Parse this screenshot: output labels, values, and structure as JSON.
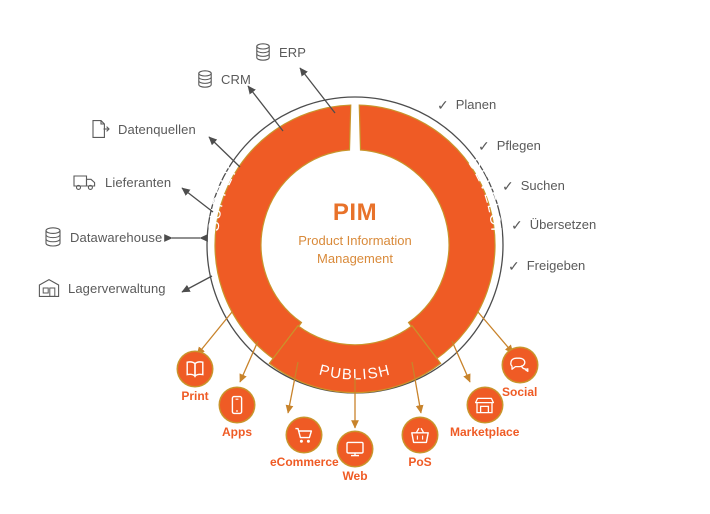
{
  "diagram": {
    "title": "PIM Product Information Management cycle",
    "colors": {
      "orange": "#EF5B25",
      "orange_text": "#E8722A",
      "subtitle": "#D98A3A",
      "gray_text": "#5a5a5a",
      "ring_outline": "#c9942b",
      "outer_circle": "#4d4d4d",
      "arrow_gray": "#4d4d4d",
      "arrow_orange": "#C8832B",
      "background": "#ffffff"
    },
    "center": {
      "title": "PIM",
      "subtitle_line1": "Product Information",
      "subtitle_line2": "Management"
    },
    "segments": [
      {
        "id": "supply",
        "label": "SUPPLY"
      },
      {
        "id": "develop",
        "label": "DEVELOP"
      },
      {
        "id": "publish",
        "label": "PUBLISH"
      }
    ],
    "sources": [
      {
        "label": "ERP",
        "icon": "database-icon"
      },
      {
        "label": "CRM",
        "icon": "database-icon"
      },
      {
        "label": "Datenquellen",
        "icon": "document-export-icon"
      },
      {
        "label": "Lieferanten",
        "icon": "truck-icon"
      },
      {
        "label": "Datawarehouse",
        "icon": "database-icon"
      },
      {
        "label": "Lagerverwaltung",
        "icon": "warehouse-icon"
      }
    ],
    "develop_tasks": [
      {
        "label": "Planen",
        "icon": "check-icon"
      },
      {
        "label": "Pflegen",
        "icon": "check-icon"
      },
      {
        "label": "Suchen",
        "icon": "check-icon"
      },
      {
        "label": "Übersetzen",
        "icon": "check-icon"
      },
      {
        "label": "Freigeben",
        "icon": "check-icon"
      }
    ],
    "publish_channels": [
      {
        "label": "Print",
        "icon": "book-icon"
      },
      {
        "label": "Apps",
        "icon": "mobile-phone-icon"
      },
      {
        "label": "eCommerce",
        "icon": "shopping-cart-icon"
      },
      {
        "label": "Web",
        "icon": "monitor-icon"
      },
      {
        "label": "PoS",
        "icon": "shopping-basket-icon"
      },
      {
        "label": "Marketplace",
        "icon": "store-icon"
      },
      {
        "label": "Social",
        "icon": "chat-bubbles-icon"
      }
    ]
  }
}
